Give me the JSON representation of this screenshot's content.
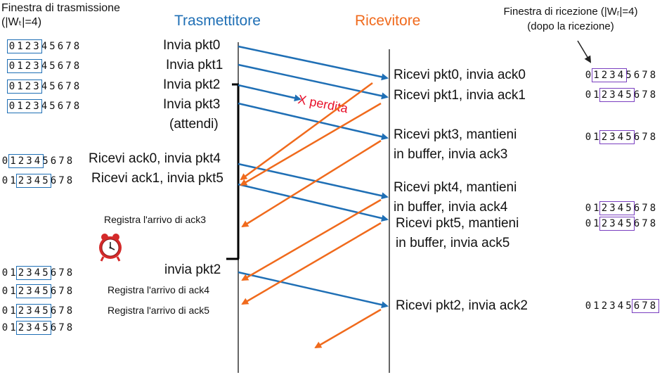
{
  "headers": {
    "sender": "Trasmettitore",
    "receiver": "Ricevitore",
    "sender_color": "#1f6fb5",
    "receiver_color": "#f06a1c"
  },
  "tx_window_title": [
    "Finestra di trasmissione",
    "(|Wₜ|=4)"
  ],
  "rx_window_title": [
    "Finestra di ricezione (|Wᵣ|=4)",
    "(dopo la ricezione)"
  ],
  "sequence_digits": [
    "0",
    "1",
    "2",
    "3",
    "4",
    "5",
    "6",
    "7",
    "8"
  ],
  "sender_events": [
    "Invia pkt0",
    "Invia pkt1",
    "Invia pkt2",
    "Invia pkt3",
    "(attendi)",
    "Ricevi ack0, invia pkt4",
    "Ricevi ack1, invia pkt5",
    "invia pkt2",
    "Registra l'arrivo di ack4",
    "Registra l'arrivo di ack5"
  ],
  "timeout_label": "Registra l'arrivo di ack3",
  "loss_label": "X perdita",
  "receiver_events": [
    "Ricevi pkt0, invia ack0",
    "Ricevi pkt1, invia ack1",
    "Ricevi pkt3, mantieni",
    "in buffer, invia ack3",
    "Ricevi pkt4, mantieni",
    "in buffer, invia ack4",
    "Ricevi pkt5, mantieni",
    "in buffer, invia ack5",
    "Ricevi pkt2, invia ack2"
  ],
  "colors": {
    "data_arrow": "#1f6fb5",
    "ack_arrow": "#f06a1c",
    "loss_text": "#e8102a",
    "tx_window_box": "#1f6fb5",
    "rx_window_box": "#7a3fc0",
    "clock": "#d42a2a"
  },
  "icons": [
    "alarm-clock-icon"
  ]
}
